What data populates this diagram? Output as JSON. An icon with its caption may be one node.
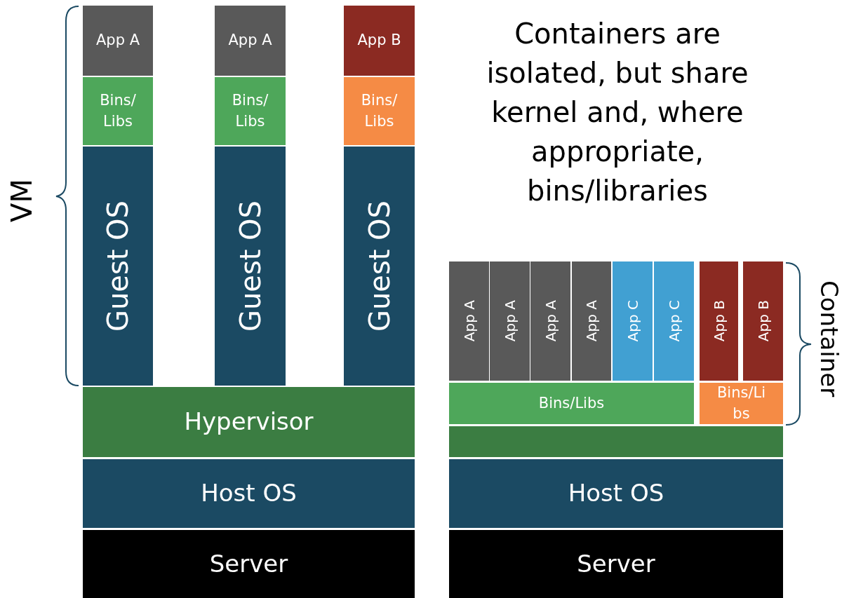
{
  "diagram": {
    "nodes": [
      {
        "text": [
          "App A"
        ]
      },
      {
        "text": [
          "Bins/ Libs"
        ]
      },
      {
        "text": [
          "Guest OS"
        ]
      },
      {
        "text": [
          "App A"
        ]
      },
      {
        "text": [
          "Bins/ Libs"
        ]
      },
      {
        "text": [
          "Guest OS"
        ]
      },
      {
        "text": [
          "App B"
        ]
      },
      {
        "text": [
          "Bins/ Libs"
        ]
      },
      {
        "text": [
          "Guest OS"
        ]
      },
      {
        "text": [
          "Hypervisor"
        ]
      },
      {
        "text": [
          "Host OS"
        ]
      },
      {
        "text": [
          "Server"
        ]
      },
      {
        "text": [
          "App A"
        ]
      },
      {
        "text": [
          "App A"
        ]
      },
      {
        "text": [
          "App A"
        ]
      },
      {
        "text": [
          "App A"
        ]
      },
      {
        "text": [
          "App C"
        ]
      },
      {
        "text": [
          "App C"
        ]
      },
      {
        "text": [
          "App B"
        ]
      },
      {
        "text": [
          "App B"
        ]
      },
      {
        "text": [
          "Bins/Libs"
        ]
      },
      {
        "text": [
          "Bins/Li bs"
        ]
      },
      {
        "text": [],
        "shape": "bar"
      },
      {
        "text": [
          "Host OS"
        ]
      },
      {
        "text": [
          "Server"
        ]
      }
    ],
    "edges": [],
    "labels": [
      "VM",
      "Containers are isolated, but share kernel and, where appropriate, bins/libraries",
      "Container"
    ]
  }
}
